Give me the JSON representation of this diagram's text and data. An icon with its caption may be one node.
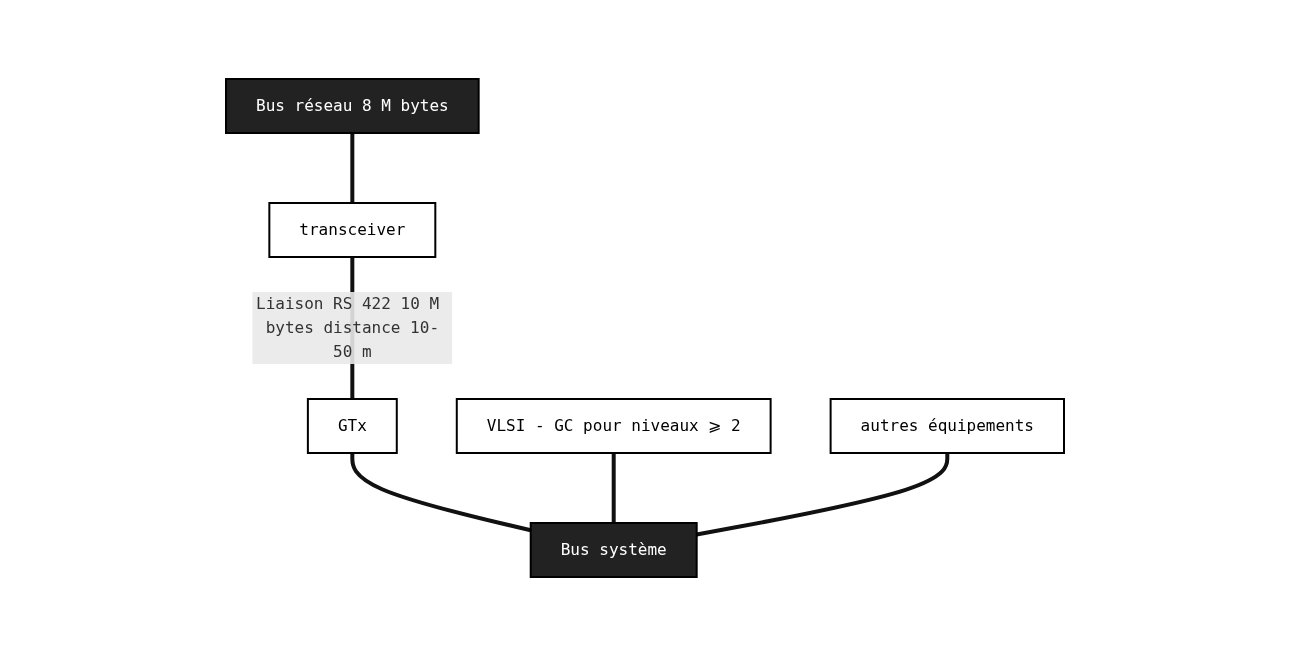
{
  "diagram": {
    "nodes": [
      {
        "text": [
          "Bus réseau 8 M bytes"
        ]
      },
      {
        "text": [
          "transceiver"
        ]
      },
      {
        "text": [
          "GTx"
        ]
      },
      {
        "text": [
          "VLSI - GC pour niveaux ⩾ 2"
        ]
      },
      {
        "text": [
          "autres équipements"
        ]
      },
      {
        "text": [
          "Bus système"
        ]
      }
    ],
    "edges": [
      {
        "from": 0,
        "to": 1,
        "arrow": "none"
      },
      {
        "from": 1,
        "to": 2,
        "arrow": "none",
        "label": "Liaison RS 422 10 M bytes distance 10-50 m"
      },
      {
        "from": 2,
        "to": 5,
        "arrow": "none"
      },
      {
        "from": 3,
        "to": 5,
        "arrow": "none"
      },
      {
        "from": 4,
        "to": 5,
        "arrow": "none"
      }
    ]
  }
}
